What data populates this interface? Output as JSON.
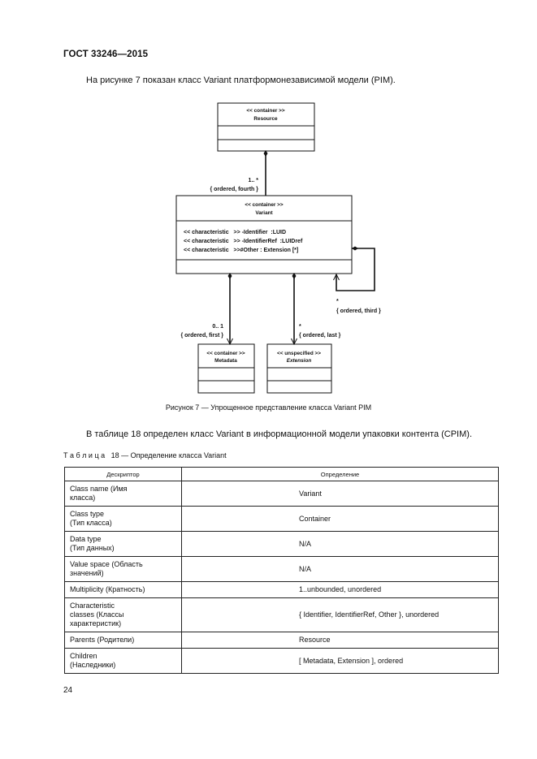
{
  "page": {
    "header": "ГОСТ 33246—2015",
    "intro": "На рисунке 7 показан класс Variant платформонезависимой модели (PIM).",
    "paragraph2": "В таблице 18 определен класс Variant в информационной модели упаковки контента (CPIM).",
    "table_title": "Т а б л и ц а   18 — Определение класса Variant",
    "page_number": "24"
  },
  "figure": {
    "caption": "Рисунок 7 — Упрощенное представление класса Variant PIM",
    "resource": {
      "stereotype": "<< container >>",
      "name": "Resource"
    },
    "variant": {
      "stereotype": "<< container >>",
      "name": "Variant",
      "attributes": [
        "<< characteristic   >> -Identifier  :LUID",
        "<< characteristic   >> -IdentifierRef  :LUIDref",
        "<< characteristic   >>#Other : Extension [*]"
      ]
    },
    "metadata": {
      "stereotype": "<< container >>",
      "name": "Metadata"
    },
    "extension": {
      "stereotype": "<< unspecified >>",
      "name": "Extension"
    },
    "assoc_resource": {
      "multiplicity": "1.. *",
      "constraint": "{ ordered, fourth }"
    },
    "assoc_self": {
      "multiplicity": "*",
      "constraint": "{ ordered, third }"
    },
    "assoc_metadata": {
      "multiplicity": "0.. 1",
      "constraint": "{ ordered, first }"
    },
    "assoc_extension": {
      "multiplicity": "*",
      "constraint": "{ ordered, last }"
    }
  },
  "table": {
    "headers": [
      "Дескриптор",
      "Определение"
    ],
    "rows": [
      {
        "label": [
          "Class name (Имя",
          "класса)"
        ],
        "value": "Variant"
      },
      {
        "label": [
          "Class type",
          "(Тип класса)"
        ],
        "value": "Container"
      },
      {
        "label": [
          "Data type",
          "(Тип данных)"
        ],
        "value": "N/A"
      },
      {
        "label": [
          "Value space (Область",
          "значений)"
        ],
        "value": "N/A"
      },
      {
        "label": [
          "Multiplicity (Кратность)"
        ],
        "value": "1..unbounded, unordered"
      },
      {
        "label": [
          "Characteristic",
          "classes (Классы",
          "характеристик)"
        ],
        "value": "{ Identifier, IdentifierRef, Other }, unordered"
      },
      {
        "label": [
          "Parents (Родители)"
        ],
        "value": "Resource"
      },
      {
        "label": [
          "Children",
          "(Наследники)"
        ],
        "value": "[ Metadata, Extension ], ordered"
      }
    ]
  }
}
